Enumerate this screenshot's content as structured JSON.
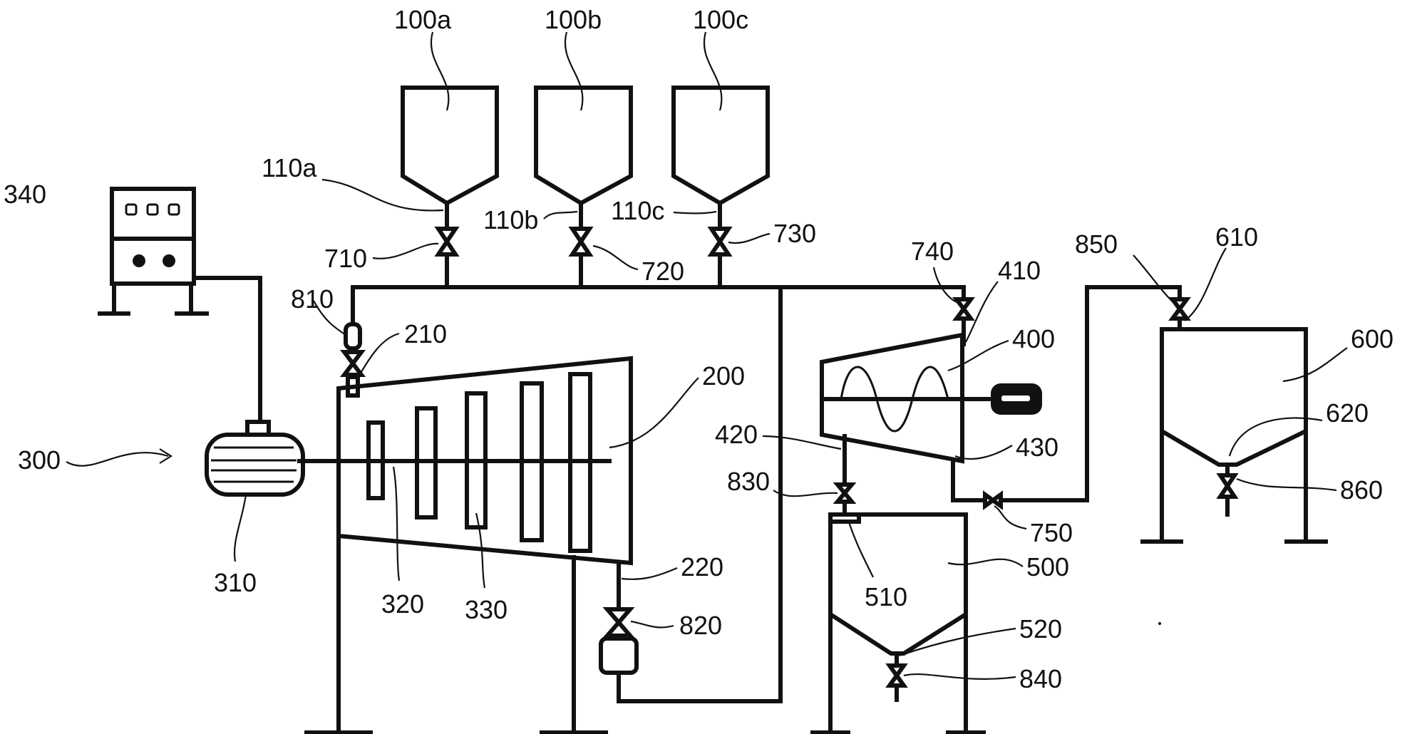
{
  "labels": {
    "hopper_a": "100a",
    "hopper_b": "100b",
    "hopper_c": "100c",
    "outlet_a": "110a",
    "outlet_b": "110b",
    "outlet_c": "110c",
    "control_box": "340",
    "valve_710": "710",
    "valve_720": "720",
    "valve_730": "730",
    "valve_740": "740",
    "valve_810": "810",
    "inlet_210": "210",
    "vessel_200": "200",
    "outlet_220": "220",
    "valve_820": "820",
    "system_300": "300",
    "motor_310": "310",
    "disc_320": "320",
    "disc_330": "330",
    "inlet_410": "410",
    "mixer_400": "400",
    "outlet_420": "420",
    "outlet_430": "430",
    "valve_830": "830",
    "valve_750": "750",
    "inlet_510": "510",
    "tank_500": "500",
    "outlet_520": "520",
    "valve_840": "840",
    "valve_850": "850",
    "inlet_610": "610",
    "tank_600": "600",
    "outlet_620": "620",
    "valve_860": "860"
  }
}
